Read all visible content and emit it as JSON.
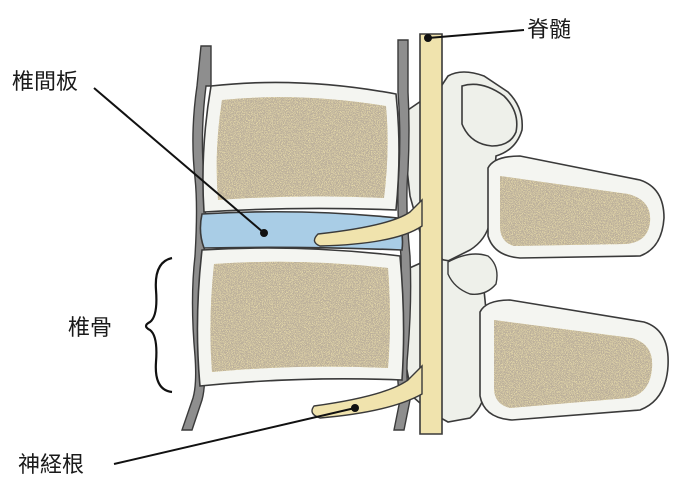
{
  "labels": {
    "spinal_cord": "脊髄",
    "disc": "椎間板",
    "vertebra": "椎骨",
    "nerve_root": "神経根"
  },
  "colors": {
    "bone_fill": "#f0e3ad",
    "bone_speckle": "#8a7a60",
    "bone_rim": "#f4f5f1",
    "process_fill": "#eef0ea",
    "disc_fill": "#a9cde6",
    "cord_fill": "#f0e3ad",
    "ligament": "#8e8e8e",
    "outline": "#3a3a3a",
    "leader": "#111111"
  }
}
